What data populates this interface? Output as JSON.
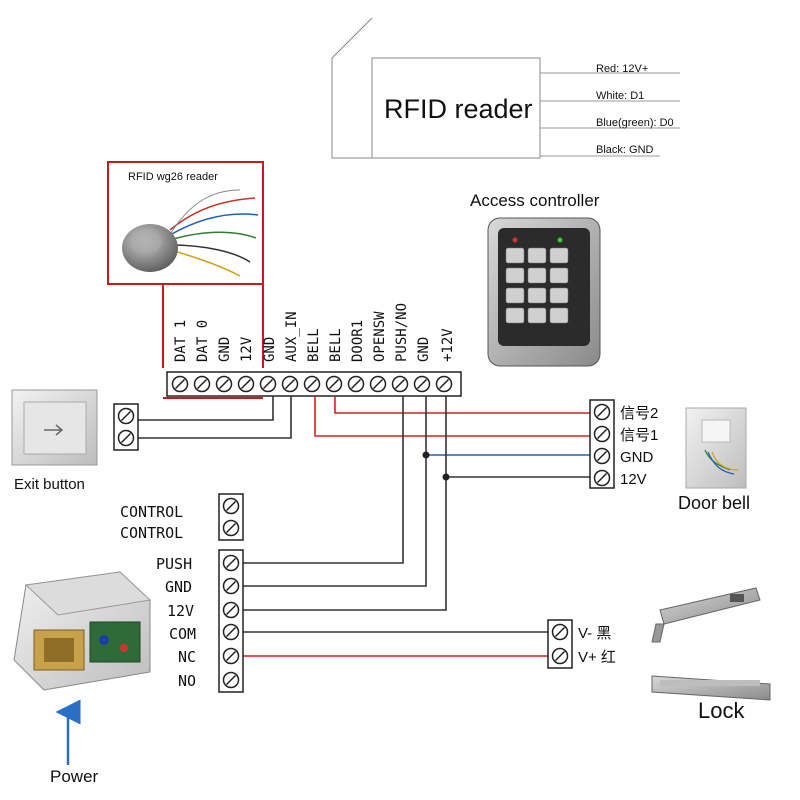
{
  "rfid_box": {
    "title": "RFID reader",
    "wires": [
      {
        "label": "Red: 12V+"
      },
      {
        "label": "White:  D1"
      },
      {
        "label": "Blue(green):  D0"
      },
      {
        "label": "Black:  GND"
      }
    ]
  },
  "wg26": {
    "label": "RFID wg26 reader"
  },
  "controller": {
    "label": "Access controller"
  },
  "terminal_labels": [
    "DAT 1",
    "DAT 0",
    "GND",
    "12V",
    "GND",
    "AUX_IN",
    "BELL",
    "BELL",
    "DOOR1",
    "OPENSW",
    "PUSH/NO",
    "GND",
    "+12V"
  ],
  "exit_button": {
    "label": "Exit button"
  },
  "door_bell": {
    "label": "Door bell",
    "terminals": [
      "信号2",
      "信号1",
      "GND",
      "12V"
    ]
  },
  "power_supply": {
    "label": "Power",
    "control_terminals": [
      "CONTROL",
      "CONTROL"
    ],
    "terminals": [
      "PUSH",
      "GND",
      "12V",
      "COM",
      "NC",
      "NO"
    ]
  },
  "lock": {
    "label": "Lock",
    "terminals": [
      "V-  黑",
      "V+  红"
    ]
  },
  "colors": {
    "wire_black": "#333333",
    "wire_red": "#d62020",
    "wire_blue": "#2a5fb0",
    "highlight_red": "#c41c1c",
    "arrow_blue": "#2a6fc4"
  },
  "icons": [
    "keypad-icon",
    "exit-button-icon",
    "door-bell-icon",
    "power-supply-icon",
    "lock-icon",
    "rfid-reader-icon"
  ]
}
